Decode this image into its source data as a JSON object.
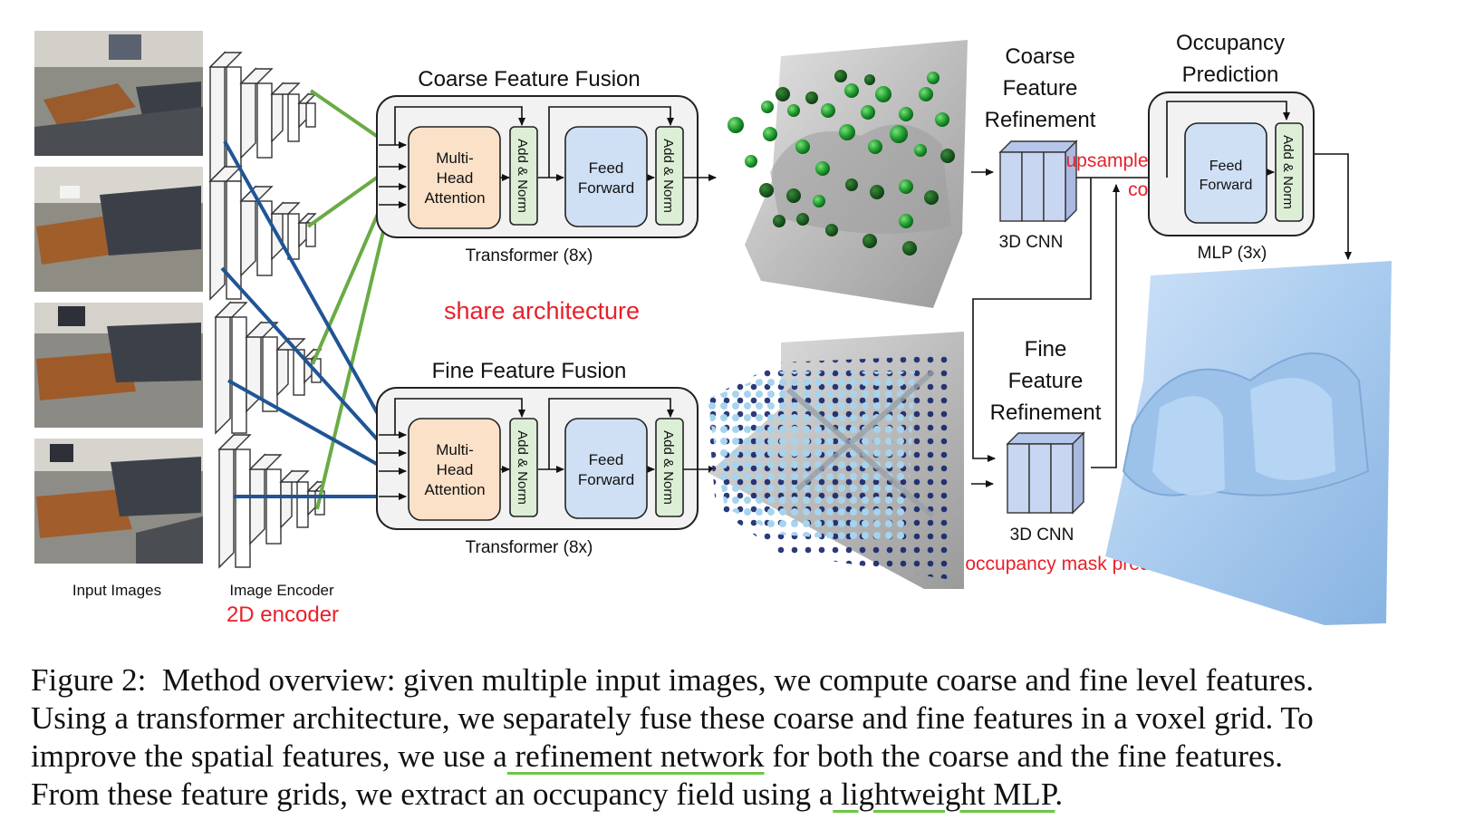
{
  "labels": {
    "coarse_fusion_title": "Coarse Feature Fusion",
    "fine_fusion_title": "Fine Feature Fusion",
    "mha": [
      "Multi-",
      "Head",
      "Attention"
    ],
    "add_norm": "Add & Norm",
    "feed_forward": [
      "Feed",
      "Forward"
    ],
    "transformer": "Transformer (8x)",
    "coarse_refine": [
      "Coarse",
      "Feature",
      "Refinement"
    ],
    "fine_refine": [
      "Fine",
      "Feature",
      "Refinement"
    ],
    "cnn": "3D CNN",
    "occ_pred": [
      "Occupancy",
      "Prediction"
    ],
    "mlp": "MLP (3x)",
    "input_images": "Input Images",
    "image_encoder": "Image Encoder"
  },
  "annotations": {
    "share": "share architecture",
    "encoder2d": "2D encoder",
    "upsample": "upsample",
    "concat": "concat",
    "occ_mask": "occupancy mask predict"
  },
  "caption": {
    "line1": "Figure 2:  Method overview: given multiple input images, we compute coarse and fine level features.",
    "line2": "Using a transformer architecture, we separately fuse these coarse and fine features in a voxel grid. To",
    "line3_pre": "improve the spatial features, we use a",
    "line3_hl": " refinement network",
    "line3_post": " for both the coarse and the fine features.",
    "line4_pre": "From these feature grids, we extract an occupancy field using a",
    "line4_hl": " lightweight MLP",
    "line4_post": "."
  },
  "colors": {
    "green_line": "#6aab45",
    "blue_line": "#1f5596",
    "annotation_red": "#e8202a",
    "attention_fill": "#fbe1c8",
    "feedforward_fill": "#cfe0f5",
    "addnorm_fill": "#dcefd6",
    "cnn_fill": "#c9d6f2",
    "mesh_blue": "#a9cbee"
  }
}
